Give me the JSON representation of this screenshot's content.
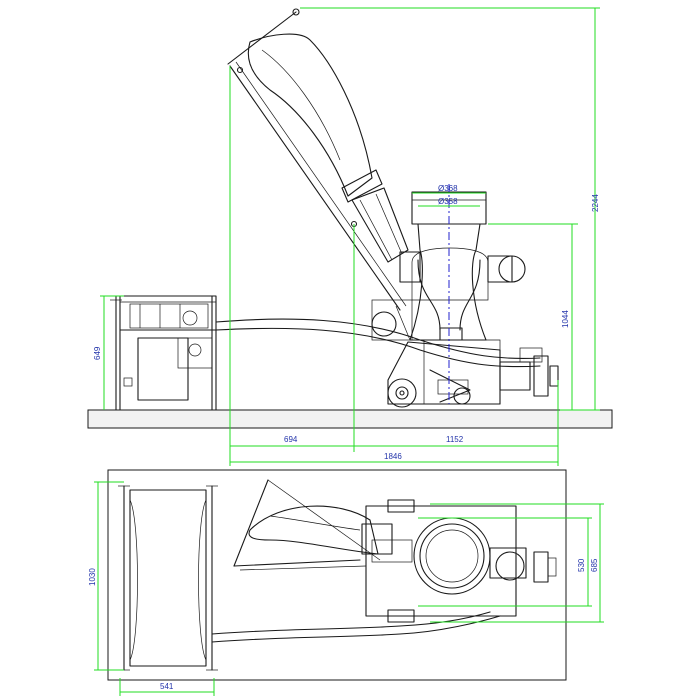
{
  "colors": {
    "dimension_line": "#22dd22",
    "dimension_text": "#2233aa",
    "outline": "#1a1a1a",
    "axis": "#2222cc"
  },
  "side_view": {
    "height_total": "2244",
    "height_hopper": "1044",
    "height_power_unit": "649",
    "diameter_outer": "Ø368",
    "diameter_inner": "Ø358",
    "length_front": "694",
    "length_rear": "1152",
    "length_total": "1846"
  },
  "top_view": {
    "width_reel": "1030",
    "length_reel": "541",
    "width_inner": "530",
    "width_outer": "685"
  }
}
